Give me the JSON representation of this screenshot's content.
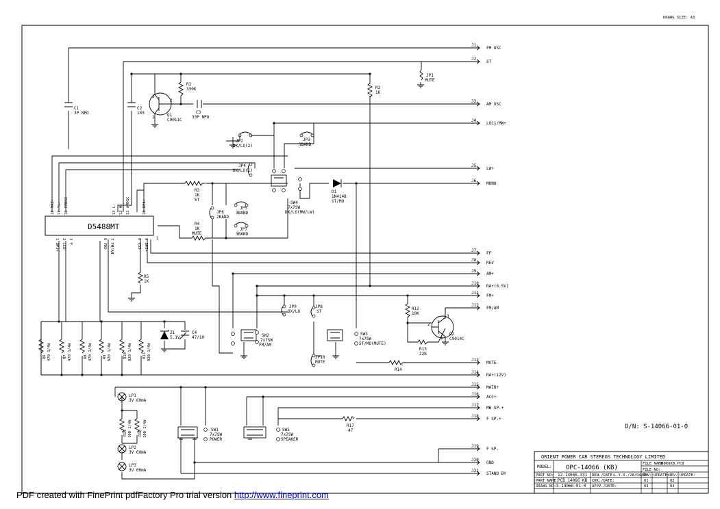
{
  "drawing_size": "DRAWG SIZE: A3",
  "doc_number": "D/N: S-14066-01-0",
  "ic": {
    "name": "D5488MT",
    "pin_num": "1",
    "top_pins": [
      "18 VR2-",
      "17 TL-",
      "16 FMOSC",
      "13 L-",
      "12 H-",
      "11 AMOSC",
      "10 DP4+"
    ],
    "bottom_pins": [
      "1 DP3+",
      "2 LCD-",
      "3 F-",
      "6 VDD",
      "7 FM/AM",
      "8 VSS",
      "9 DP5+"
    ]
  },
  "connectors": [
    {
      "id": "J1",
      "label": "FM OSC"
    },
    {
      "id": "J2",
      "label": "ST"
    },
    {
      "id": "J3",
      "label": "AM OSC"
    },
    {
      "id": "J4",
      "label": "LOC1/MW+"
    },
    {
      "id": "J5",
      "label": "LW+"
    },
    {
      "id": "J6",
      "label": "MONO"
    },
    {
      "id": "J7",
      "label": "FF"
    },
    {
      "id": "J8",
      "label": "REV"
    },
    {
      "id": "J9",
      "label": "AM+"
    },
    {
      "id": "J10",
      "label": "RA+(6.5V)"
    },
    {
      "id": "J11",
      "label": "FM+"
    },
    {
      "id": "J12",
      "label": "FM/AM"
    },
    {
      "id": "J13",
      "label": "MUTE"
    },
    {
      "id": "J14",
      "label": "RA+(12V)"
    },
    {
      "id": "J15",
      "label": "MAIN+"
    },
    {
      "id": "J16",
      "label": "ACC+"
    },
    {
      "id": "J17",
      "label": "MB SP.+"
    },
    {
      "id": "J18",
      "label": "F SP.+"
    },
    {
      "id": "J19",
      "label": "F SP-"
    },
    {
      "id": "J20",
      "label": "GND"
    },
    {
      "id": "J21",
      "label": "STAND BY"
    }
  ],
  "components": {
    "C1": [
      "C1",
      "3P NPO"
    ],
    "C2": [
      "C2",
      "103"
    ],
    "C3": [
      "C3",
      "33P NPO"
    ],
    "C4": [
      "C4",
      "47/10"
    ],
    "R1": [
      "R1",
      "330K"
    ],
    "R2": [
      "R2",
      "1K"
    ],
    "R3": [
      "R3",
      "1K",
      "ST"
    ],
    "R4": [
      "R4",
      "1K",
      "MUTE"
    ],
    "R5": [
      "R5",
      "1K"
    ],
    "R12": [
      "R12",
      "10K"
    ],
    "R13": [
      "R13",
      "22K"
    ],
    "R14": [
      "R14"
    ],
    "R17": [
      "R17",
      "47"
    ],
    "Q1": [
      "Q1",
      "C9011C"
    ],
    "Q2": [
      "Q2",
      "C9014C"
    ],
    "D1": [
      "D1",
      "1N4148",
      "ST/MO"
    ],
    "Z1": [
      "Z1",
      "5.1V"
    ],
    "JP1": [
      "JP1",
      "MUTE"
    ],
    "JP2": [
      "JP2",
      "DX/LO(2)"
    ],
    "JP3": [
      "JP3",
      "3BAND"
    ],
    "JP4": [
      "JP4",
      "DX/LO(1)"
    ],
    "JP5": [
      "JP5",
      "3BAND"
    ],
    "JP6": [
      "JP6",
      "2BAND"
    ],
    "JP7": [
      "JP7",
      "3BAND"
    ],
    "JP8": [
      "JP8",
      "ST"
    ],
    "JP9": [
      "JP9",
      "DX/LO"
    ],
    "JP10": [
      "JP10",
      "MUTE"
    ],
    "SW1": [
      "SW1",
      "7x7SW",
      "POWER"
    ],
    "SW2": [
      "SW2",
      "7x7SW",
      "FM/AM"
    ],
    "SW3": [
      "SW3",
      "7x7SW",
      "ST/MO(MUTE)"
    ],
    "SW4": [
      "SW4",
      "7x7SW",
      "DX/LO(MW/LW)"
    ],
    "SW5": [
      "SW5",
      "7x7SW",
      "SPEAKER"
    ],
    "LP1": [
      "LP1",
      "3V 60mA"
    ],
    "LP2": [
      "LP2",
      "3V 60mA"
    ],
    "LP3": [
      "LP3",
      "3V 60mA"
    ],
    "R6": [
      "R6",
      "470 1/4W"
    ],
    "R7": [
      "R7",
      "470 1/4W"
    ],
    "R8": [
      "R8",
      "470 1/4W"
    ],
    "R9": [
      "R9",
      "820 1/4W"
    ],
    "R10": [
      "R10",
      "820 1/4W"
    ],
    "R11": [
      "R11",
      "820 1/4W"
    ],
    "R15": [
      "R15",
      "100 1/4W"
    ],
    "R16": [
      "R16",
      "100 1/4W"
    ]
  },
  "title_block": {
    "company": "ORIENT POWER CAR STEREOS TECHNOLOGY LIMITED",
    "model_label": "MODEL:",
    "model_value": "OPC-14066 (KB)",
    "file_name_label": "FILE NAME:",
    "file_name_value": "14066KB.PCB",
    "file_no_label": "FILE NO:",
    "part_no_label": "PART NO:",
    "part_no_value": "12-14066-331",
    "part_name_label": "PART NAME:",
    "part_name_value": "PCB 14066 KB",
    "drawg_no_label": "DRAWG NO:",
    "drawg_no_value": "S-14066-01-0",
    "drawn_label": "DRN./DATE:",
    "drawn_value": "L.Y.D./28/04/02",
    "checked_label": "CHK./DATE:",
    "approved_label": "APPV./DATE:",
    "rev_label": "REV:",
    "update_label": "UPDATE:",
    "rev_numbers": [
      "01",
      "02",
      "03",
      "04"
    ]
  },
  "watermark": {
    "text": "PDF created with FinePrint pdfFactory Pro trial version ",
    "link": "http://www.fineprint.com"
  }
}
